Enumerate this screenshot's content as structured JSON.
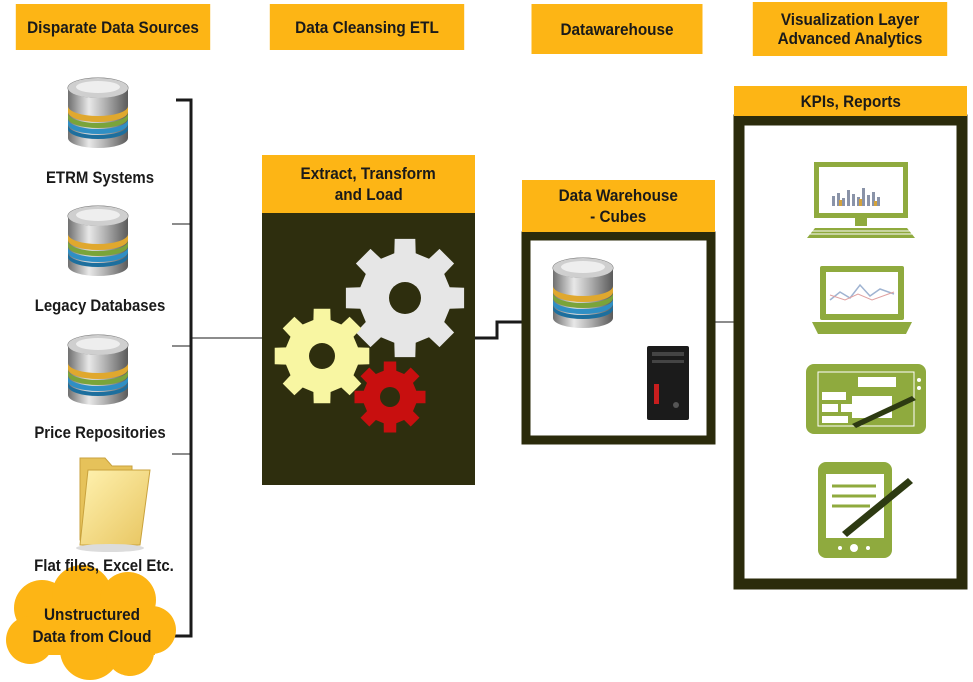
{
  "headers": {
    "sources": "Disparate Data Sources",
    "etl": "Data Cleansing ETL",
    "warehouse": "Datawarehouse",
    "visualization_line1": "Visualization Layer",
    "visualization_line2": "Advanced Analytics"
  },
  "sources": {
    "etrm": "ETRM Systems",
    "legacy": "Legacy Databases",
    "price": "Price Repositories",
    "flatfiles": "Flat files, Excel Etc.",
    "cloud_line1": "Unstructured",
    "cloud_line2": "Data from Cloud"
  },
  "etl_box": {
    "title_line1": "Extract, Transform",
    "title_line2": "and Load"
  },
  "warehouse_box": {
    "title_line1": "Data Warehouse",
    "title_line2": "- Cubes"
  },
  "reports_box": {
    "title": "KPIs, Reports"
  },
  "colors": {
    "accent": "#FDB515",
    "dark_panel": "#2E2E0E",
    "frame": "#2B2B0B",
    "gear_light": "#F8F6A2",
    "gear_grey": "#E6E6E6",
    "gear_red": "#C80F0F",
    "device_green": "#8FAA3E"
  },
  "icons": [
    "database-icon",
    "folder-icon",
    "cloud-icon",
    "gear-icon",
    "server-tower-icon",
    "desktop-monitor-icon",
    "laptop-icon",
    "tablet-pen-icon",
    "pda-stylus-icon"
  ]
}
